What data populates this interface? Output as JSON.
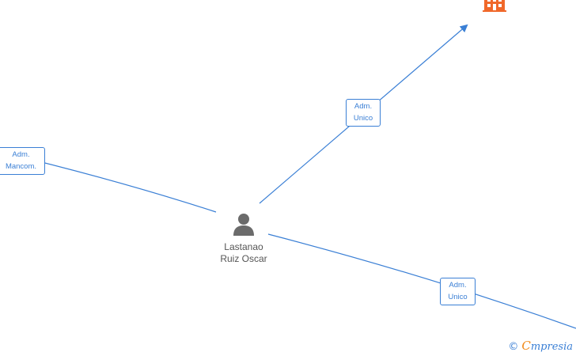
{
  "edges": [
    {
      "label_line1": "Adm.",
      "label_line2": "Unico"
    },
    {
      "label_line1": "Adm.",
      "label_line2": "Mancom."
    },
    {
      "label_line1": "Adm.",
      "label_line2": "Unico"
    }
  ],
  "person": {
    "name_line1": "Lastanao",
    "name_line2": "Ruiz Oscar",
    "icon": "person-icon"
  },
  "company": {
    "icon": "building-icon",
    "color": "#f0682a"
  },
  "colors": {
    "edge": "#3a7fd5",
    "person_icon": "#6b6b6b"
  },
  "brand": {
    "copyright": "©",
    "initial": "C",
    "rest": "mpresia"
  }
}
